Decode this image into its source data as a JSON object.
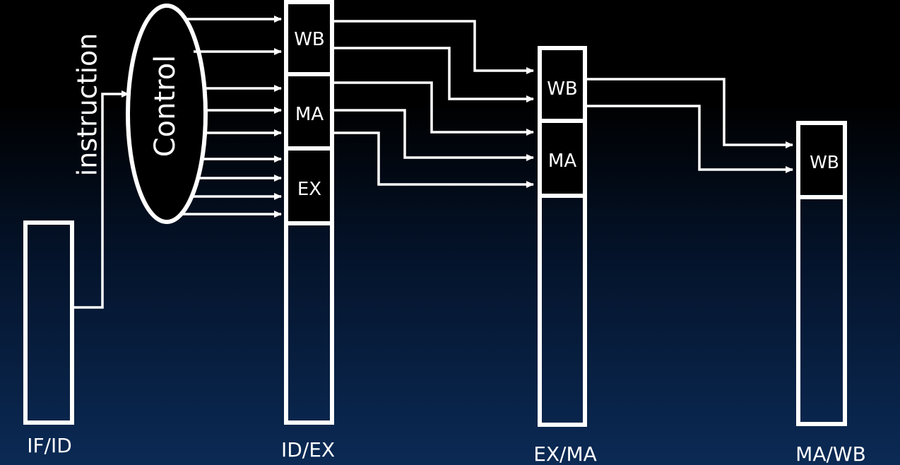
{
  "diagram": {
    "input_label": "instruction",
    "control_label": "Control",
    "registers": {
      "if_id": {
        "label": "IF/ID"
      },
      "id_ex": {
        "label": "ID/EX",
        "fields": [
          "WB",
          "MA",
          "EX"
        ]
      },
      "ex_ma": {
        "label": "EX/MA",
        "fields": [
          "WB",
          "MA"
        ]
      },
      "ma_wb": {
        "label": "MA/WB",
        "fields": [
          "WB"
        ]
      }
    },
    "colors": {
      "foreground": "#ffffff",
      "background_top": "#000000",
      "background_bottom": "#0b2a55"
    }
  }
}
